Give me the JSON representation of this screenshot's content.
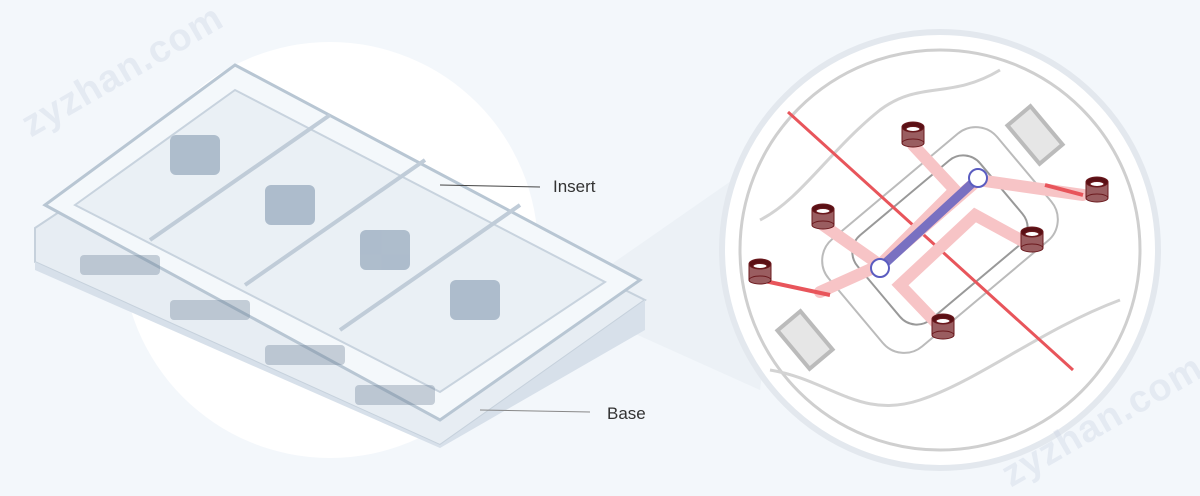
{
  "labels": {
    "insert": "Insert",
    "base": "Base"
  },
  "watermark": "zyzhan.com",
  "colors": {
    "background": "#f3f7fb",
    "channel_red": "#e8555b",
    "channel_pink": "#f7c4c6",
    "channel_blue": "#5a5cc0",
    "well": "#6b1a1e"
  }
}
